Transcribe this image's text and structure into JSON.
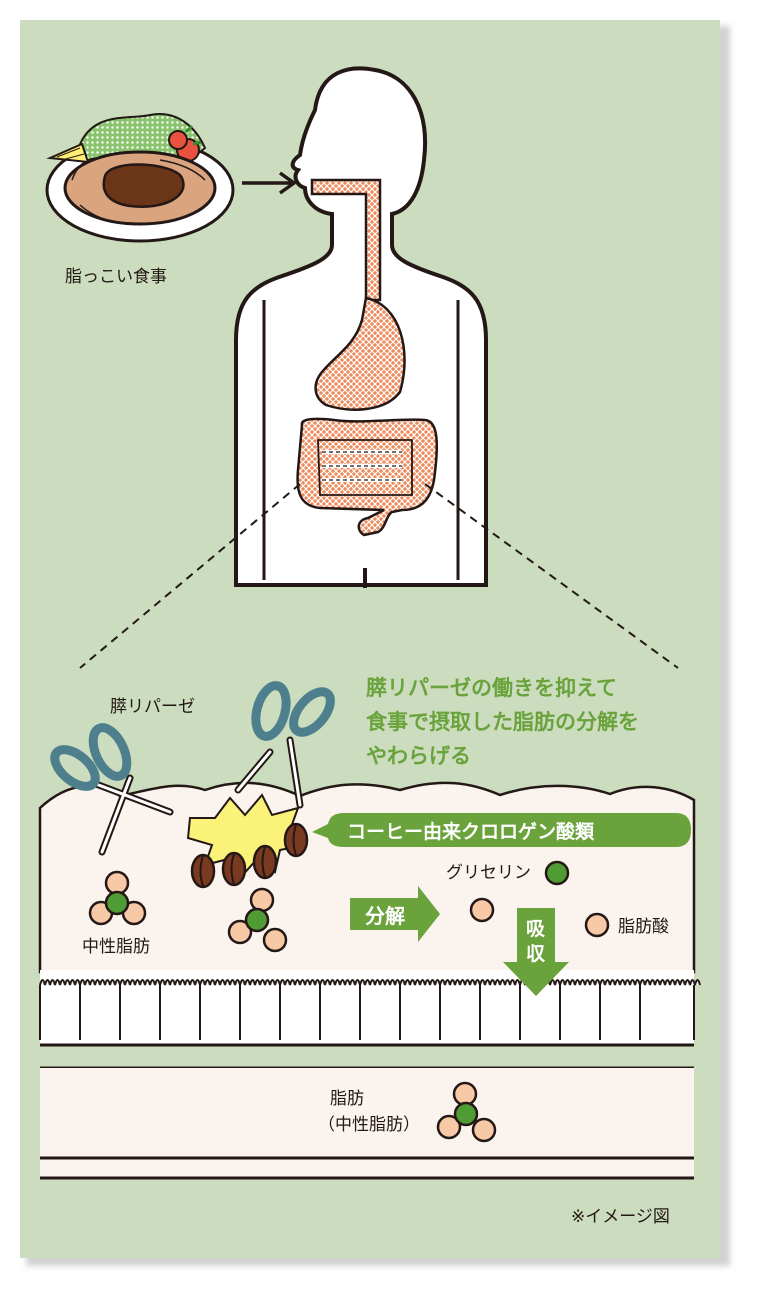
{
  "labels": {
    "fatty_meal": "脂っこい食事",
    "lipase": "膵リパーゼ",
    "headline_line1": "膵リパーゼの働きを抑えて",
    "headline_line2": "食事で摂取した脂肪の分解を",
    "headline_line3": "やわらげる",
    "coffee_compound": "コーヒー由来クロロゲン酸類",
    "neutral_fat": "中性脂肪",
    "breakdown": "分解",
    "glycerin": "グリセリン",
    "fatty_acid": "脂肪酸",
    "absorption_1": "吸",
    "absorption_2": "収",
    "fat_line1": "脂肪",
    "fat_line2": "（中性脂肪）",
    "note": "※イメージ図"
  },
  "colors": {
    "background": "#cbddbe",
    "accent_green": "#6aa23c",
    "fat_bead_peach": "#f8c9a6",
    "glycerin_green": "#4f9c35",
    "gut_orange": "#ee8a5a",
    "scissors_teal": "#4e7f8c",
    "coffee_bean": "#7a3a1f",
    "spark_yellow": "#fbf27a"
  }
}
